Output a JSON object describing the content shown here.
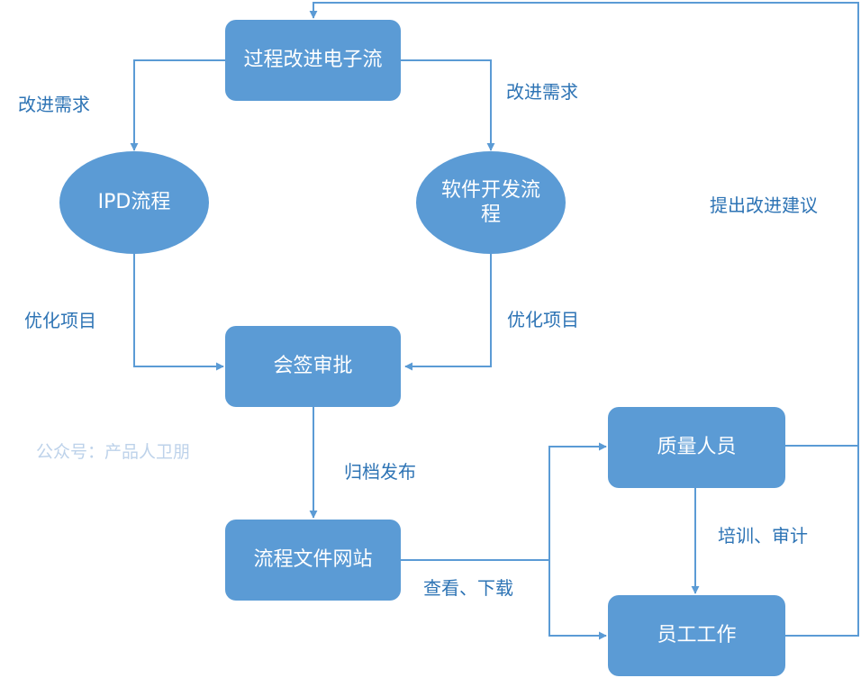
{
  "nodes": {
    "process_flow": "过程改进电子流",
    "ipd_flow": "IPD流程",
    "software_flow": "软件开发流程",
    "signoff": "会签审批",
    "website": "流程文件网站",
    "quality_staff": "质量人员",
    "employee_work": "员工工作"
  },
  "edges": {
    "improve_req_left": "改进需求",
    "improve_req_right": "改进需求",
    "optimize_left": "优化项目",
    "optimize_right": "优化项目",
    "archive_publish": "归档发布",
    "view_download": "查看、下载",
    "train_audit": "培训、审计",
    "suggest_improve": "提出改进建议"
  },
  "watermark": "公众号：产品人卫朋",
  "colors": {
    "node_fill": "#5b9bd5",
    "node_text": "#ffffff",
    "line": "#5b9bd5",
    "label": "#2e74b5",
    "watermark": "#bdd2ea"
  }
}
